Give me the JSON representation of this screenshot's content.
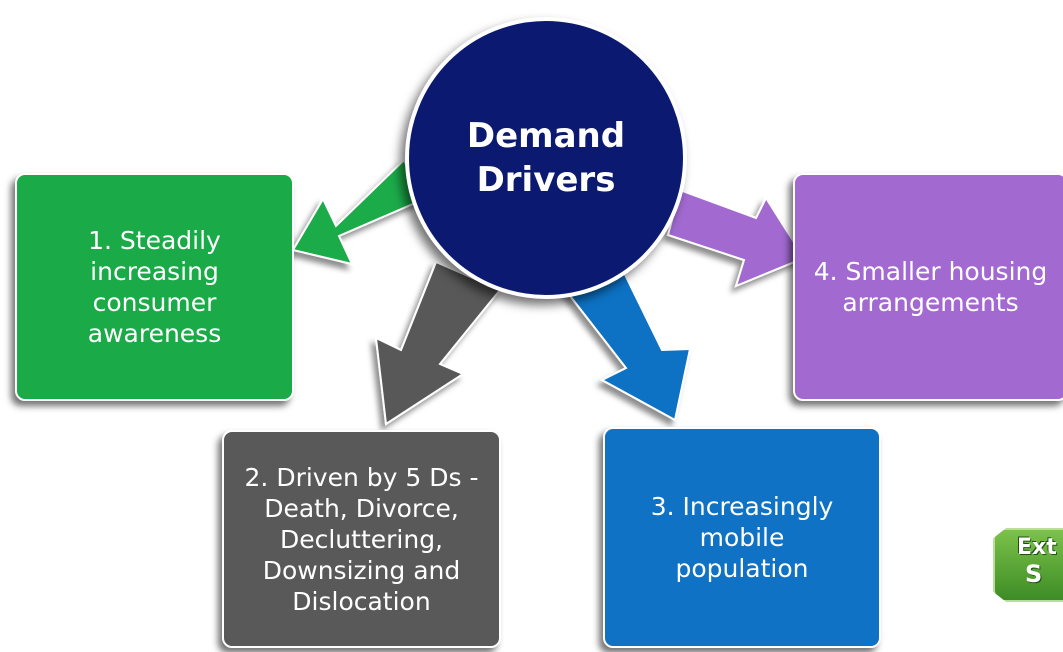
{
  "hub": {
    "title": "Demand Drivers",
    "color": "#0b1a70"
  },
  "drivers": [
    {
      "label": "1. Steadily increasing consumer awareness",
      "color": "#1aab48"
    },
    {
      "label": "2. Driven by 5 Ds - Death, Divorce, Decluttering, Downsizing and Dislocation",
      "color": "#595959"
    },
    {
      "label": "3. Increasingly mobile population",
      "color": "#0f72c4"
    },
    {
      "label": "4. Smaller housing arrangements",
      "color": "#a26ad1"
    }
  ],
  "logo": {
    "text": "Ext",
    "icon": "extra-space-storage-logo-icon",
    "color": "#5aa835"
  }
}
